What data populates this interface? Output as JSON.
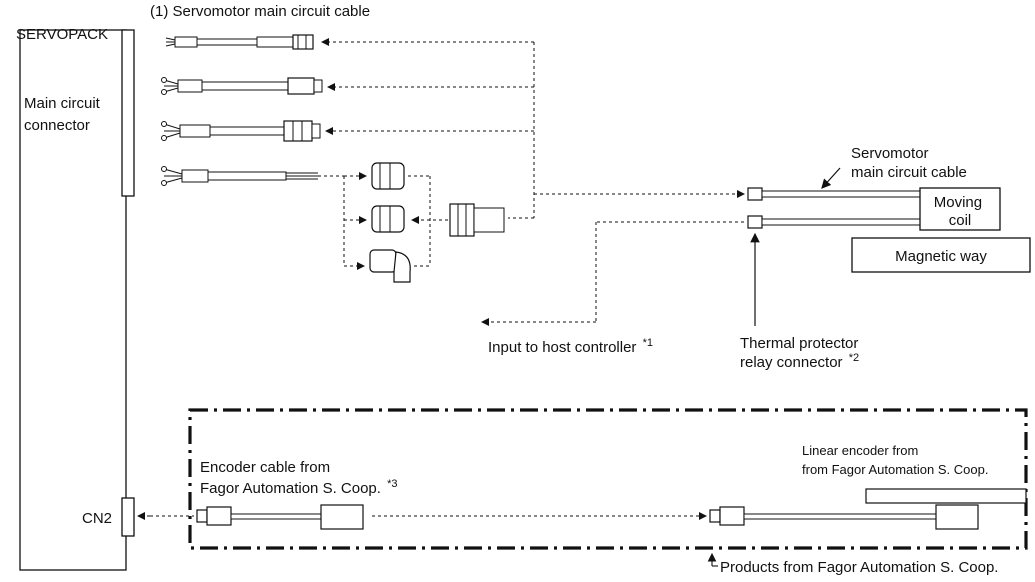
{
  "servopack": {
    "label": "SERVOPACK",
    "main_circuit_connector": [
      "Main circuit",
      "connector"
    ],
    "cn2_label": "CN2"
  },
  "cable_1": {
    "title": "(1) Servomotor main circuit cable",
    "variant_count": 4
  },
  "motor": {
    "cable_label": [
      "Servomotor",
      "main circuit cable"
    ],
    "moving_coil": [
      "Moving",
      "coil"
    ],
    "magnetic_way": "Magnetic way"
  },
  "host": {
    "label": "Input to host controller",
    "note": "*1"
  },
  "thermal": {
    "label": [
      "Thermal protector",
      "relay connector"
    ],
    "note": "*2"
  },
  "fagor": {
    "encoder_cable": [
      "Encoder cable from",
      "Fagor Automation S. Coop."
    ],
    "encoder_note": "*3",
    "linear_encoder": [
      "Linear encoder from",
      "from Fagor Automation S. Coop."
    ],
    "products_label": "Products from Fagor Automation S. Coop."
  }
}
